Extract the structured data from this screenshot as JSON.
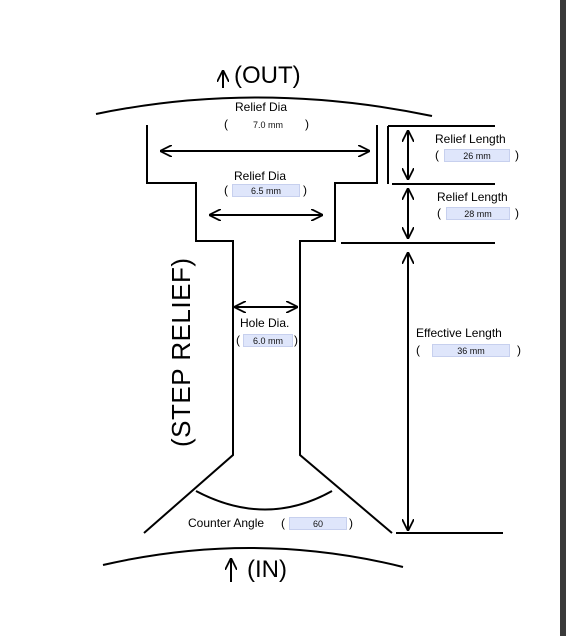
{
  "title_out": "(OUT)",
  "title_in": "(IN)",
  "side_label": "(STEP RELIEF)",
  "relief_dia_1": {
    "label": "Relief  Dia",
    "value": "7.0 mm"
  },
  "relief_dia_2": {
    "label": "Relief  Dia",
    "value": "6.5 mm"
  },
  "relief_length_1": {
    "label": "Relief  Length",
    "value": "26 mm"
  },
  "relief_length_2": {
    "label": "Relief  Length",
    "value": "28 mm"
  },
  "hole_dia": {
    "label": "Hole Dia.",
    "value": "6.0 mm"
  },
  "effective_length": {
    "label": "Effective  Length",
    "value": "36 mm"
  },
  "counter_angle": {
    "label": "Counter Angle",
    "value": "60"
  },
  "colors": {
    "field_fill": "#dfe6fb",
    "line": "#000000"
  }
}
